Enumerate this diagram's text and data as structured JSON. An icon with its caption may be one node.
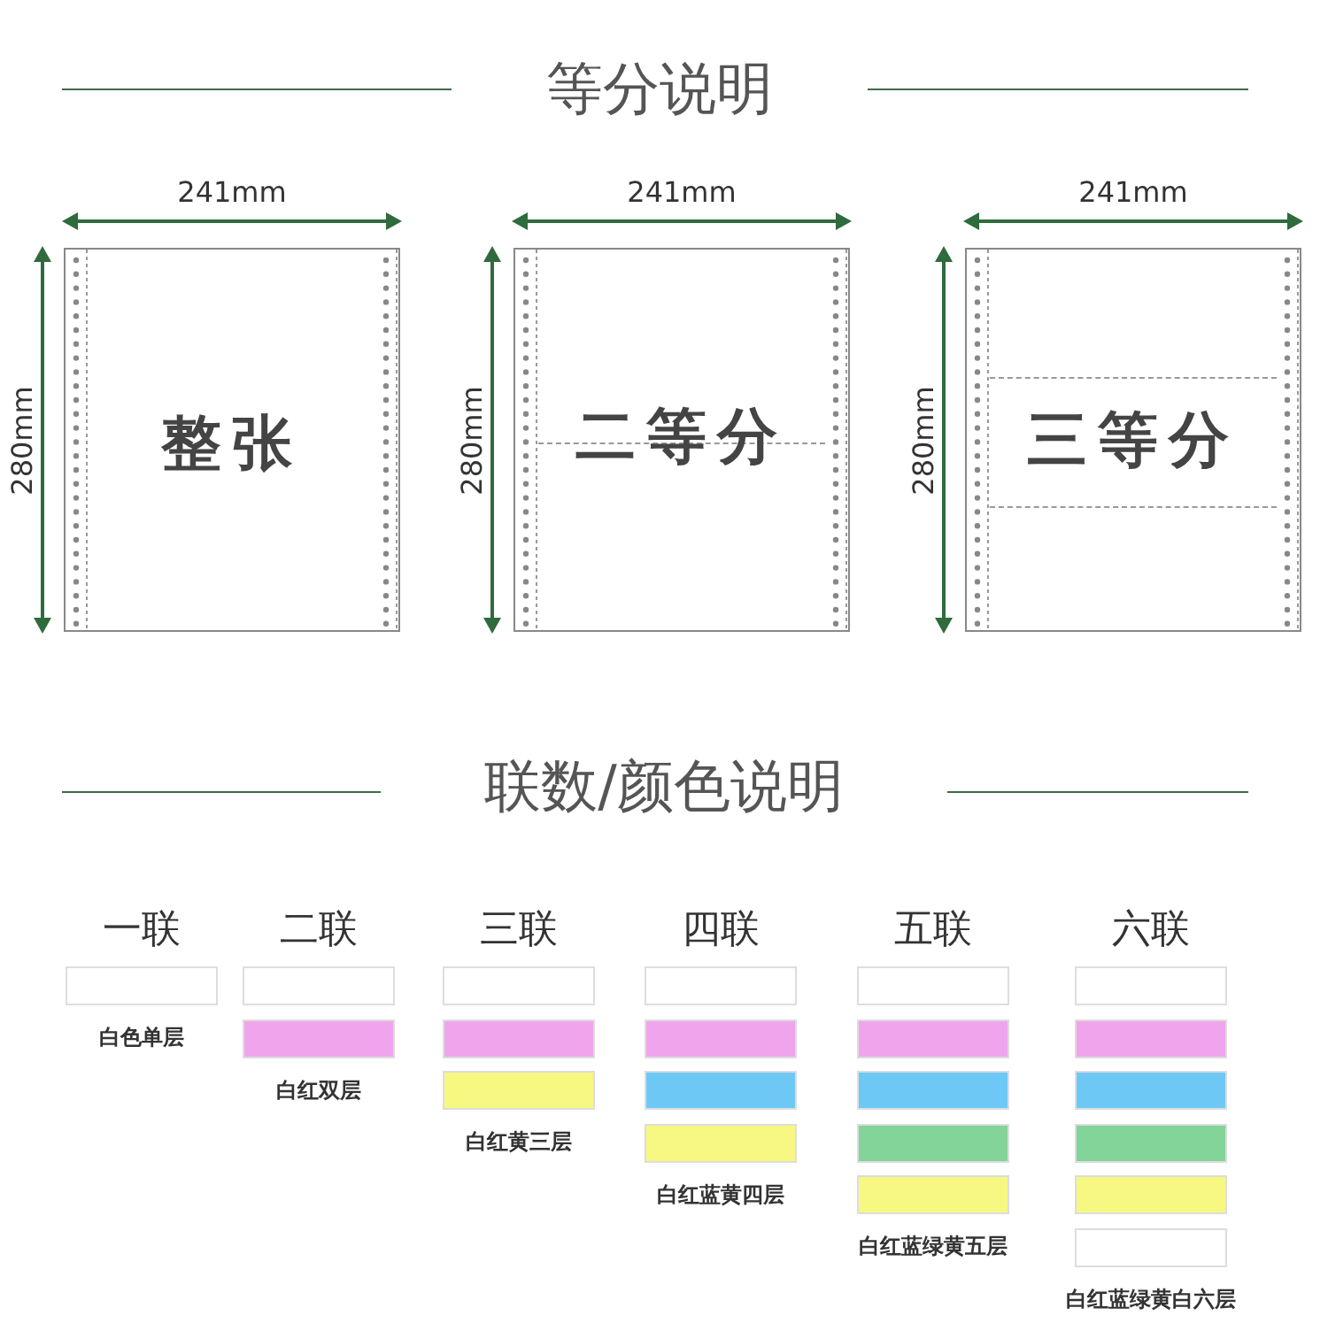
{
  "diagram": {
    "title": "等分说明",
    "nodes": [
      {
        "text": [
          "整张"
        ]
      },
      {
        "text": [
          "二等分"
        ]
      },
      {
        "text": [
          "三等分"
        ]
      },
      {
        "text": [],
        "shape": "bar"
      },
      {
        "text": [],
        "shape": "bar"
      },
      {
        "text": [],
        "shape": "bar"
      },
      {
        "text": [],
        "shape": "bar"
      },
      {
        "text": [],
        "shape": "bar"
      },
      {
        "text": [],
        "shape": "bar"
      },
      {
        "text": [],
        "shape": "bar"
      },
      {
        "text": [],
        "shape": "bar"
      },
      {
        "text": [],
        "shape": "bar"
      },
      {
        "text": [],
        "shape": "bar"
      },
      {
        "text": [],
        "shape": "bar"
      },
      {
        "text": [],
        "shape": "bar"
      },
      {
        "text": [],
        "shape": "bar"
      },
      {
        "text": [],
        "shape": "bar"
      },
      {
        "text": [],
        "shape": "bar"
      },
      {
        "text": [],
        "shape": "bar"
      },
      {
        "text": [],
        "shape": "bar"
      },
      {
        "text": [],
        "shape": "bar"
      },
      {
        "text": [],
        "shape": "bar"
      },
      {
        "text": [],
        "shape": "bar"
      },
      {
        "text": [],
        "shape": "bar"
      }
    ],
    "labels": [
      "241mm",
      "241mm",
      "241mm",
      "280mm",
      "280mm",
      "280mm",
      "联数/颜色说明",
      "一联",
      "二联",
      "三联",
      "四联",
      "五联",
      "六联",
      "白色单层",
      "白红双层",
      "白红黄三层",
      "白红蓝黄四层",
      "白红蓝绿黄五层",
      "白红蓝绿黄白六层"
    ]
  }
}
